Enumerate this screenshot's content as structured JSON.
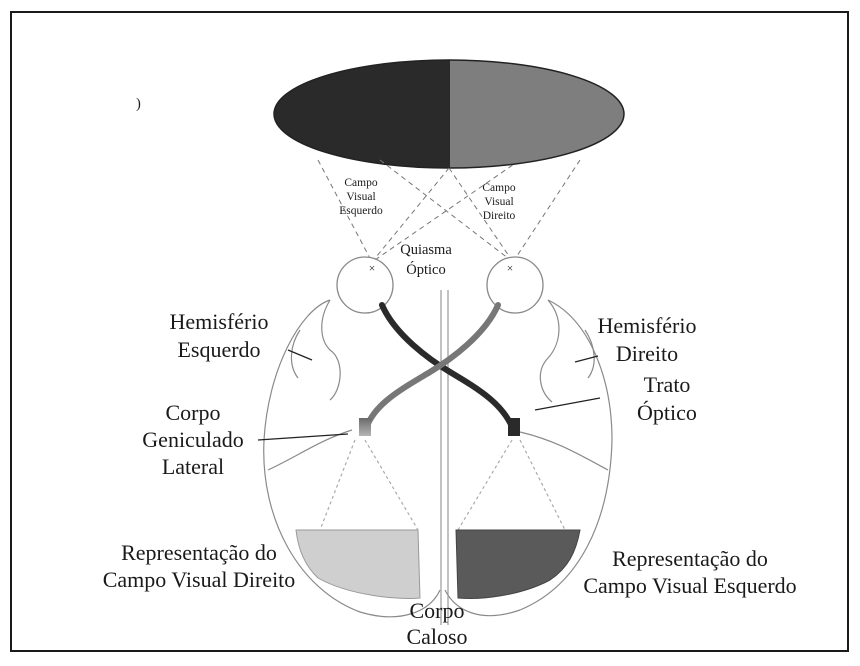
{
  "labels": {
    "stray_mark": ")",
    "left_field": [
      "Campo",
      "Visual",
      "Esquerdo"
    ],
    "right_field": [
      "Campo",
      "Visual",
      "Direito"
    ],
    "chiasm": [
      "Quiasma",
      "Óptico"
    ],
    "left_hemisphere": [
      "Hemisfério",
      "Esquerdo"
    ],
    "right_hemisphere": [
      "Hemisfério",
      "Direito"
    ],
    "optic_tract": [
      "Trato",
      "Óptico"
    ],
    "lgn": [
      "Corpo",
      "Geniculado",
      "Lateral"
    ],
    "left_representation": [
      "Representação do",
      "Campo Visual Direito"
    ],
    "right_representation": [
      "Representação do",
      "Campo Visual Esquerdo"
    ],
    "corpus_callosum": [
      "Corpo",
      "Caloso"
    ]
  },
  "colors": {
    "left_field_fill": "#2a2a2a",
    "right_field_fill": "#7e7e7e",
    "left_cortex_fill": "#cfcfcf",
    "right_cortex_fill": "#5a5a5a",
    "outline": "#555555",
    "frame": "#1a1a1a"
  }
}
